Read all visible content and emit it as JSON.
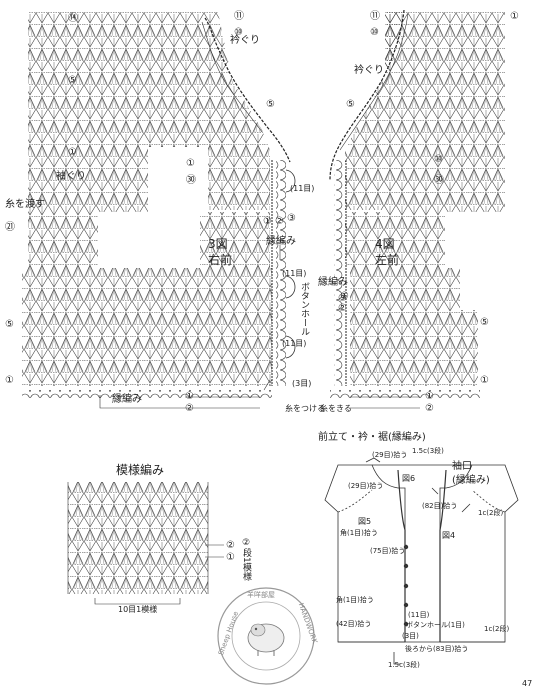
{
  "diagram3": {
    "title_num": "3図",
    "title_name": "右前",
    "collar": "衿ぐり",
    "armhole": "袖ぐり",
    "thread_pass": "糸を渡す",
    "edging": "縁編み",
    "row_labels": [
      "⑭",
      "⑤",
      "①",
      "㉑",
      "①",
      "⑤",
      "①"
    ],
    "right_labels": [
      "⑪",
      "⑩",
      "⑤",
      "①",
      "㉚"
    ],
    "buttonhole": "ボタンホール",
    "r11a": "(11目)",
    "r11b": "(11目)",
    "r11c": "(11目)",
    "r3": "(3目)",
    "attach": "糸をつける",
    "bottom_1": "①",
    "bottom_2": "②",
    "edge_nums": [
      "①",
      "②",
      "③"
    ]
  },
  "diagram4": {
    "title_num": "4図",
    "title_name": "左前",
    "collar": "衿ぐり",
    "edging": "縁編み",
    "left_labels": [
      "⑪",
      "⑩",
      "⑤",
      "①"
    ],
    "right_labels": [
      "①",
      "⑤",
      "⑩",
      "㉚",
      "⑤",
      "①"
    ],
    "cut": "糸をきる",
    "bottom_1": "①",
    "bottom_2": "②",
    "edge_nums": [
      "③",
      "②",
      "①"
    ]
  },
  "pattern": {
    "title": "模様編み",
    "right_note": "②段1模様",
    "circle2": "②",
    "circle1": "①",
    "bottom": "10目1模様"
  },
  "schematic": {
    "title": "前立て・衿・裾(縁編み)",
    "sleeve_title": "袖口",
    "sleeve_sub": "(縁編み)",
    "top_stitch": "(29目)拾う",
    "top_rows": "1.5c(3段)",
    "fig6": "図6",
    "left_29": "(29目)拾う",
    "fig5": "図5",
    "corner1": "角(1目)拾う",
    "s75": "(75目)拾う",
    "s82": "(82目)拾う",
    "fig4": "図4",
    "side_1c": "1c(2段)",
    "corner2": "角(1目)拾う",
    "s42": "(42目)拾う",
    "s11": "(11目)",
    "buttonhole": "ボタンホール(1目)",
    "s3": "(3目)",
    "back_83": "後ろから(83目)拾う",
    "bottom_rows": "1.5c(3段)",
    "right_1c": "1c(2段)"
  },
  "watermark": {
    "top": "羊咩部屋",
    "right": "HANDWORK",
    "left": "Sheep House"
  },
  "page_num": "47"
}
